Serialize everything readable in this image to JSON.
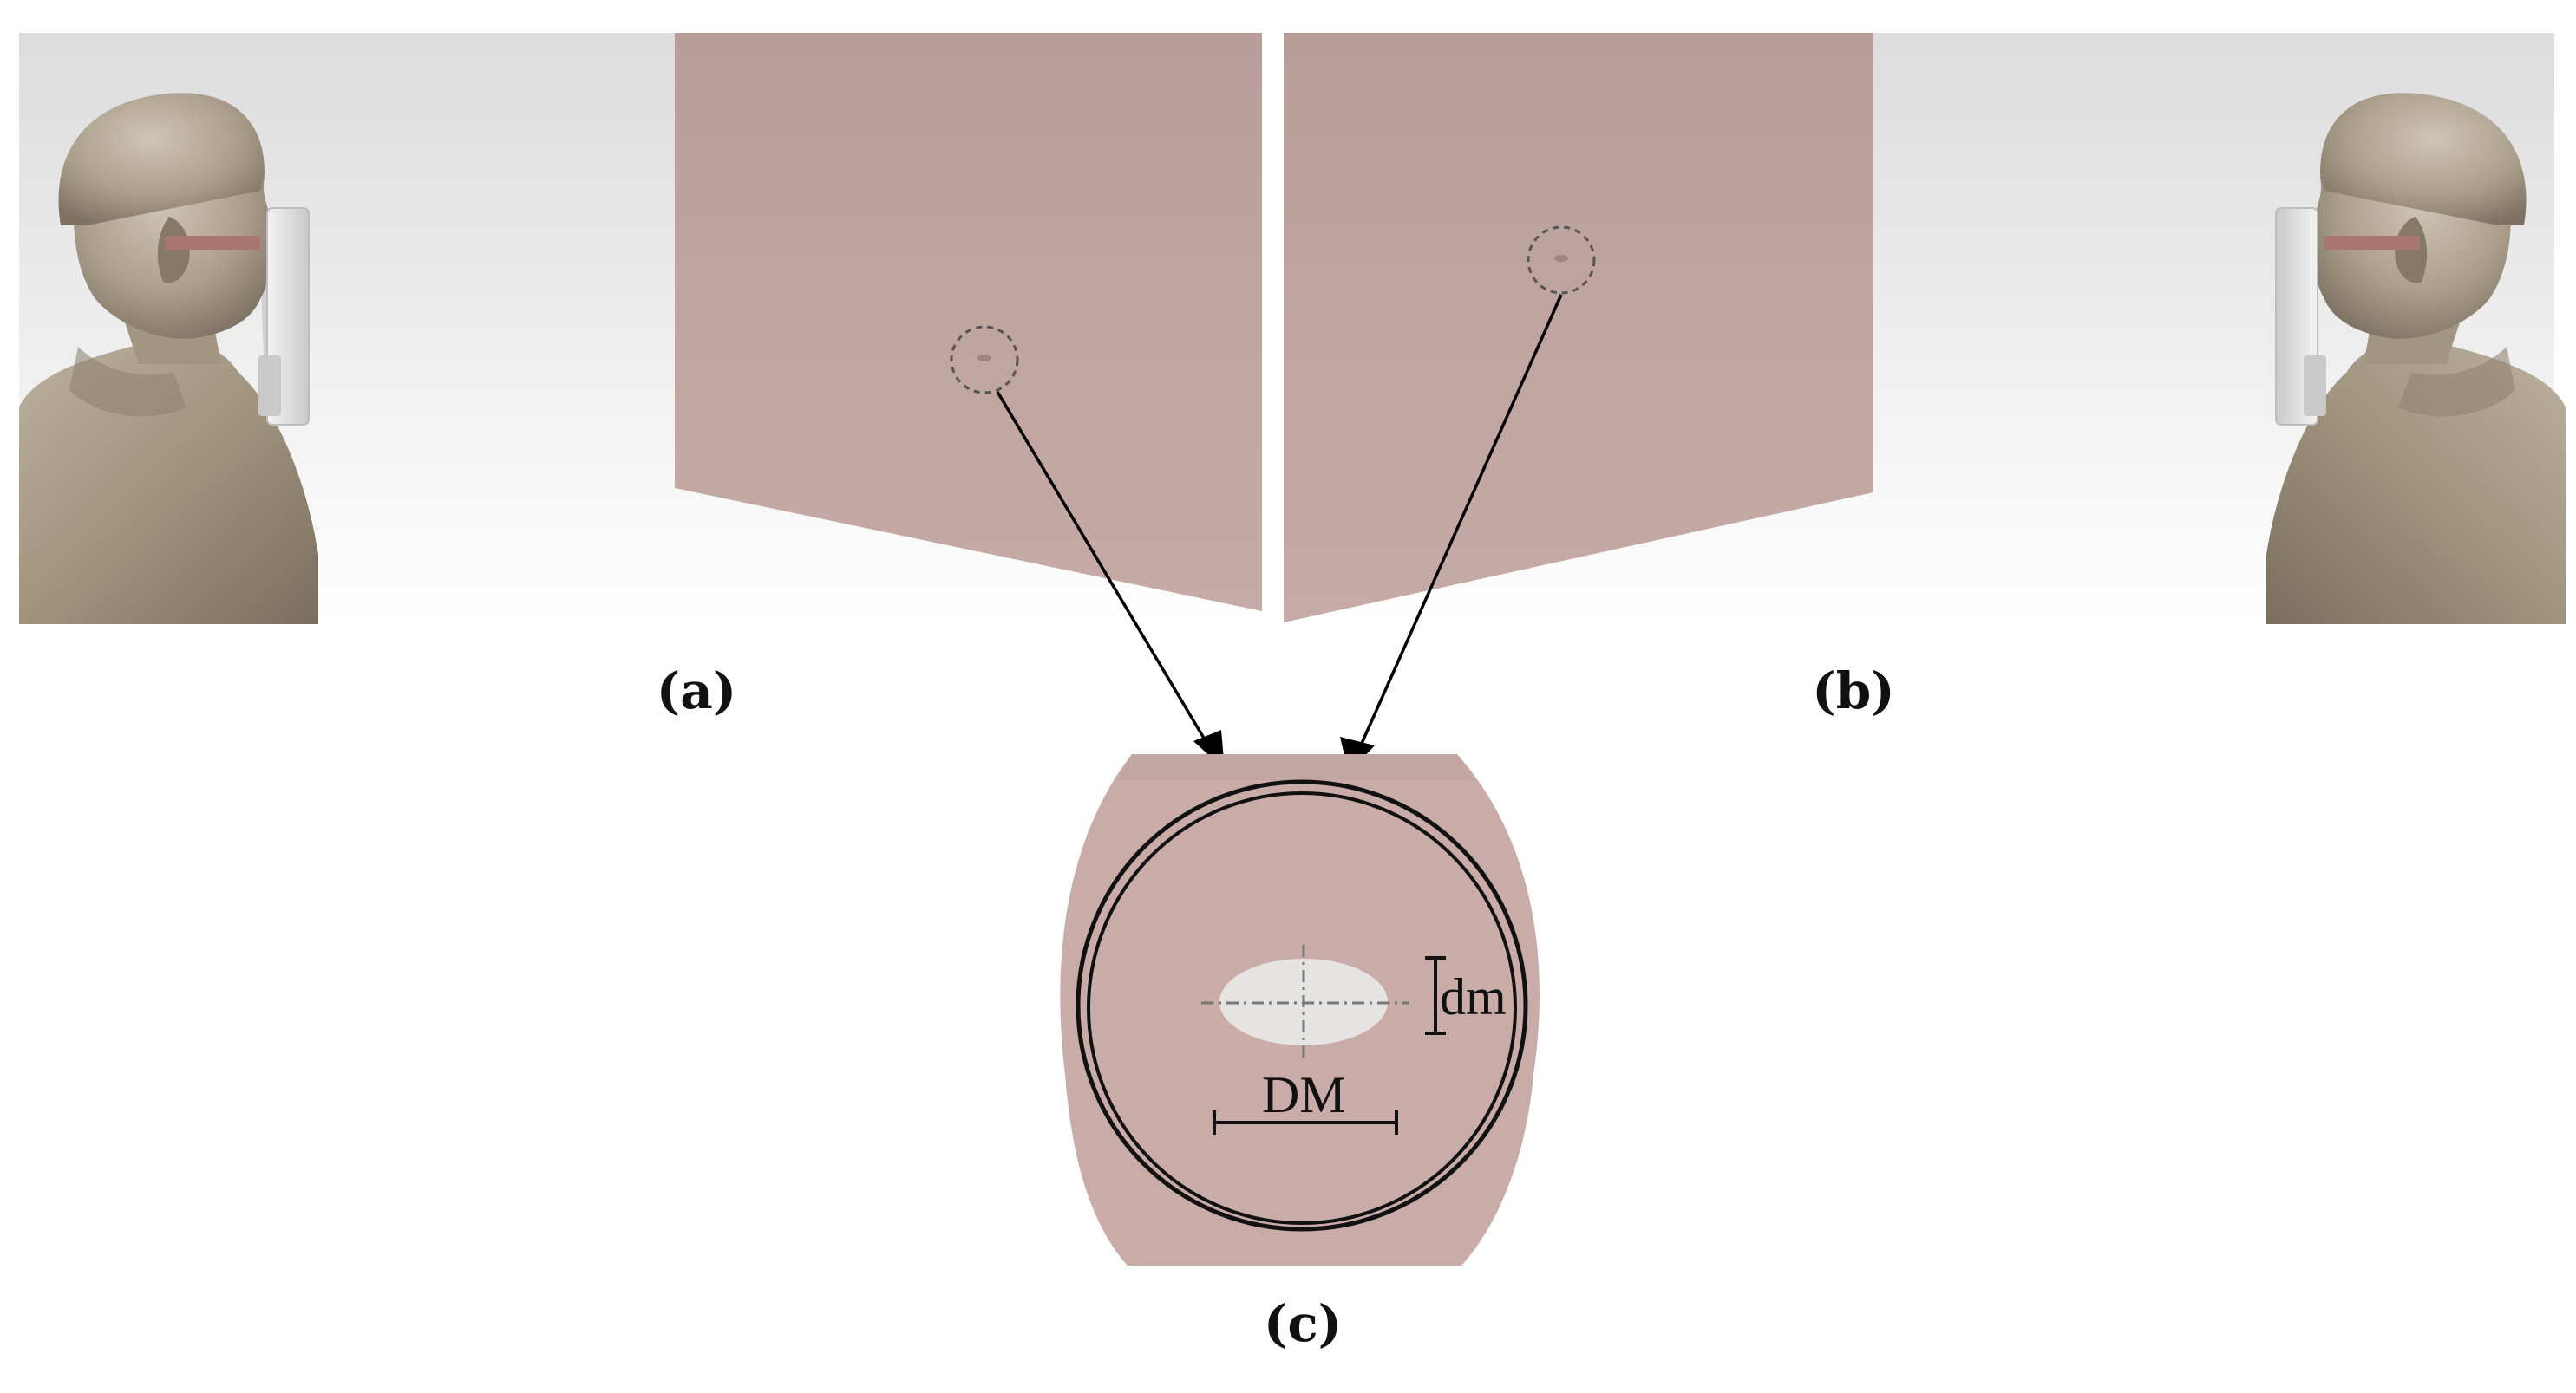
{
  "panels": {
    "a": {
      "label": "(a)"
    },
    "b": {
      "label": "(b)"
    },
    "c": {
      "label": "(c)"
    }
  },
  "dimensions": {
    "minor": "dm",
    "major": "DM"
  },
  "colors": {
    "sheet": "#bd9f9b",
    "sheet_top": "#b79e99",
    "sheet_bottom": "#c7aaa6",
    "ellipse_fill": "#e6e3e3",
    "bust": "#a79b89",
    "device": "#dedede",
    "band": "#a9766f"
  },
  "icons": {
    "left_person": "human-bust-icon",
    "right_person": "human-bust-icon"
  }
}
